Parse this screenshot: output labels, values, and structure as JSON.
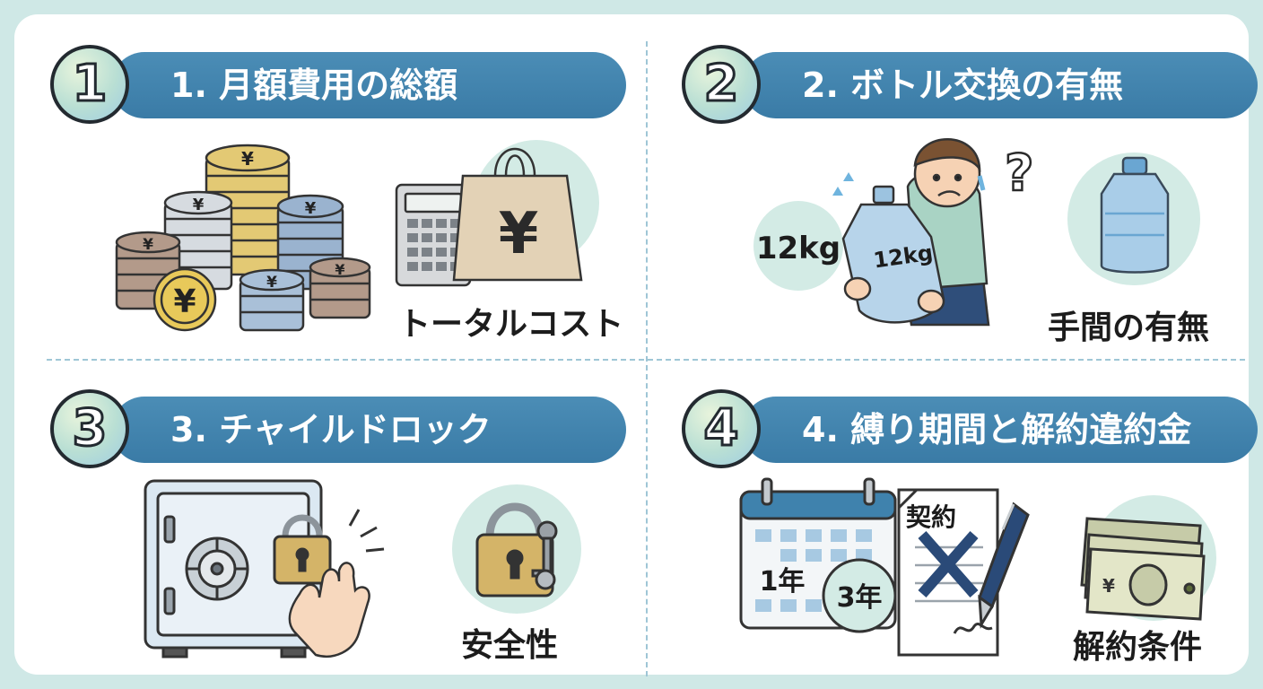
{
  "sections": [
    {
      "number": "1",
      "title": "1. 月額費用の総額",
      "caption": "トータルコスト",
      "symbol": "¥"
    },
    {
      "number": "2",
      "title": "2. ボトル交換の有無",
      "caption": "手間の有無",
      "weight_badge": "12kg",
      "bottle_label": "12kg",
      "question_mark": "?"
    },
    {
      "number": "3",
      "title": "3. チャイルドロック",
      "caption": "安全性"
    },
    {
      "number": "4",
      "title": "4. 縛り期間と解約違約金",
      "caption": "解約条件",
      "contract_label": "契約",
      "term_1": "1年",
      "term_2": "3年",
      "symbol": "¥"
    }
  ],
  "colors": {
    "banner": "#3f82ad",
    "background": "#cfe8e6",
    "mint_circle": "#d3ebe5",
    "gold": "#e3c974",
    "navy": "#2a4a78"
  },
  "icons": [
    "coin-stack-icon",
    "calculator-icon",
    "shopping-bag-icon",
    "water-bottle-icon",
    "person-carrying-icon",
    "safe-icon",
    "padlock-icon",
    "key-icon",
    "hand-icon",
    "calendar-icon",
    "contract-icon",
    "pen-icon",
    "banknote-icon"
  ]
}
